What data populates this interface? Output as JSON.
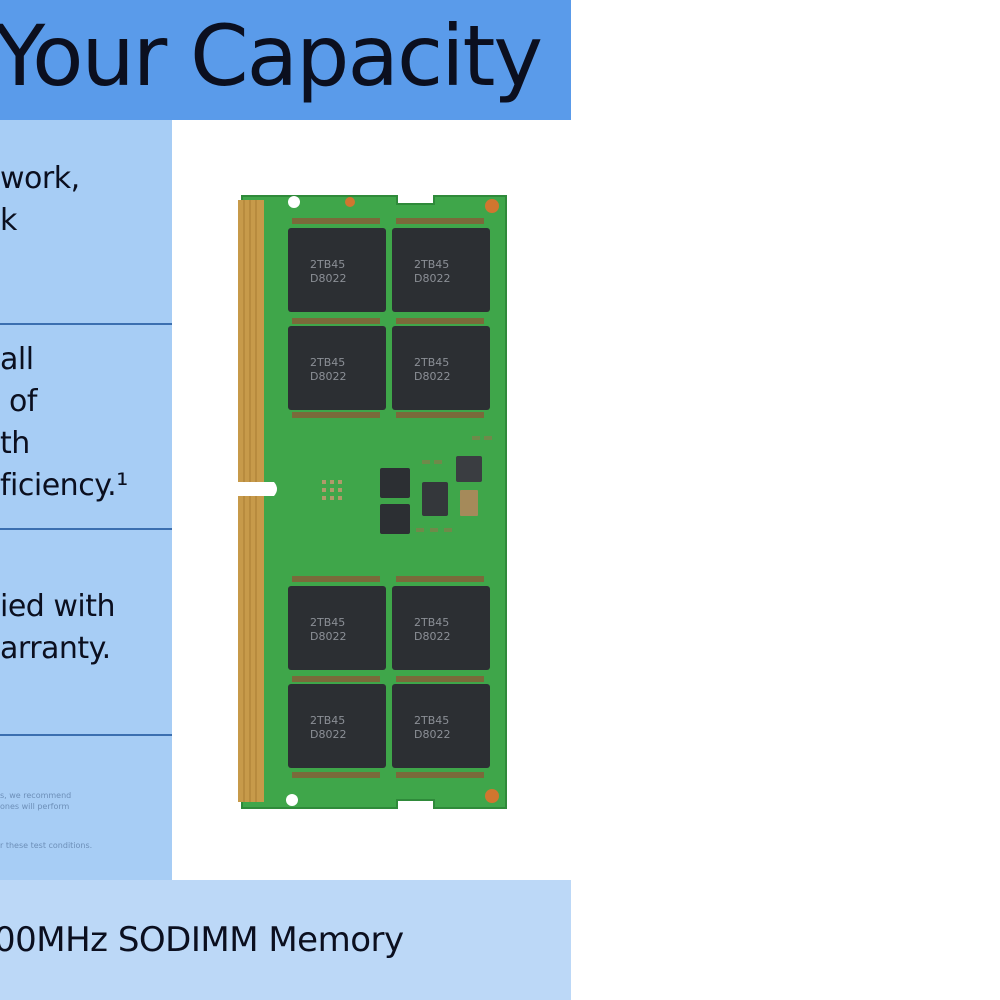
{
  "banner": {
    "title": "Your Capacity",
    "color": "#5a9bea"
  },
  "features": [
    {
      "text": "work,\nk"
    },
    {
      "text": "all\n of\nth\nficiency.¹"
    },
    {
      "text": "ied with\narranty."
    }
  ],
  "fine_print": {
    "line1": "s, we recommend",
    "line2": "ones will perform",
    "line3": "r these test conditions."
  },
  "chip_markings": {
    "top": "2TB45",
    "bottom": "D8022"
  },
  "footer": {
    "text": "00MHz SODIMM Memory",
    "color": "#bcd8f7"
  },
  "colors": {
    "panel": "#a7cdf5",
    "pcb": "#3fa64a",
    "chip": "#2c2f33",
    "contacts": "#c79a4a"
  }
}
